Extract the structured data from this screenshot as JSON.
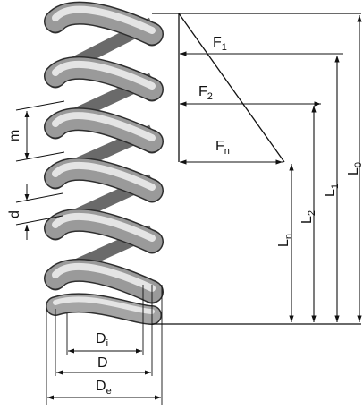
{
  "diagram": {
    "colors": {
      "line": "#111111",
      "spring_edge": "#333333",
      "spring_light": "#e8e8e8",
      "spring_mid": "#a9a9a9",
      "spring_dark": "#4d4d4d",
      "background": "#ffffff"
    },
    "forces": [
      {
        "base": "F",
        "sub": "1"
      },
      {
        "base": "F",
        "sub": "2"
      },
      {
        "base": "F",
        "sub": "n"
      }
    ],
    "lengths": [
      {
        "base": "L",
        "sub": "0"
      },
      {
        "base": "L",
        "sub": "1"
      },
      {
        "base": "L",
        "sub": "2"
      },
      {
        "base": "L",
        "sub": "n"
      }
    ],
    "dimensions": {
      "pitch": "m",
      "wire_diameter": "d",
      "inner_diameter": {
        "base": "D",
        "sub": "i"
      },
      "mean_diameter": "D",
      "outer_diameter": {
        "base": "D",
        "sub": "e"
      }
    }
  }
}
